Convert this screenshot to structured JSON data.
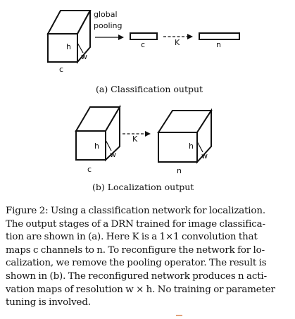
{
  "panel_a": {
    "pooling_label_line1": "global",
    "pooling_label_line2": "pooling",
    "cube_h": "h",
    "cube_w": "w",
    "cube_c": "c",
    "vector1_label": "c",
    "arrow_label": "K",
    "vector2_label": "n",
    "caption": "(a) Classification output"
  },
  "panel_b": {
    "cube1_h": "h",
    "cube1_w": "w",
    "cube1_c": "c",
    "arrow_label": "K",
    "cube2_h": "h",
    "cube2_w": "w",
    "cube2_n": "n",
    "caption": "(b) Localization output"
  },
  "figure_caption": {
    "line1": "Figure 2: Using a classification network for localization.",
    "line2": "The output stages of a DRN trained for image classifica-",
    "line3": "tion are shown in (a).  Here K is a 1×1 convolution that",
    "line4": "maps c channels to n.  To reconfigure the network for lo-",
    "line5": "calization, we remove the pooling operator.  The result is",
    "line6": "shown in (b). The reconfigured network produces n acti-",
    "line7": "vation maps of resolution w × h. No training or parameter",
    "line8": "tuning is involved."
  },
  "colors": {
    "ink": "#111111",
    "background": "#ffffff",
    "footer_mark": "#e2a27a"
  }
}
